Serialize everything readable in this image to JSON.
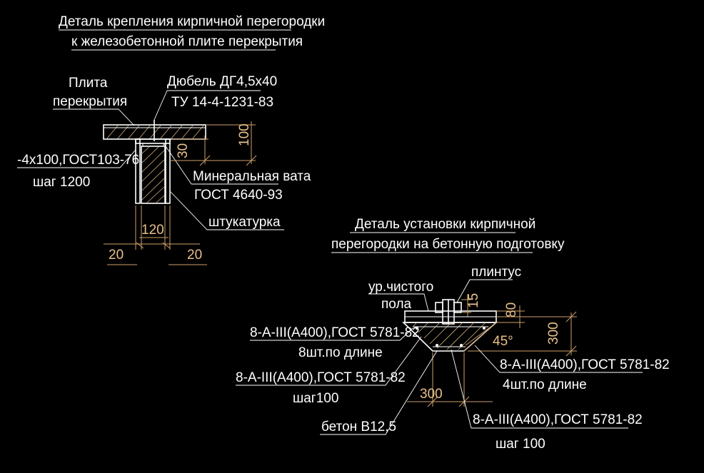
{
  "detail1": {
    "title_line1": "Деталь крепления кирпичной  перегородки",
    "title_line2": "к железобетонной плите перекрытия",
    "slab_label_1": "Плита",
    "slab_label_2": "перекрытия",
    "dowel_label_1": "Дюбель ДГ4,5х40",
    "dowel_label_2": "ТУ 14-4-1231-83",
    "angle_label_1": "-4х100,ГОСТ103-76",
    "angle_label_2": "шаг 1200",
    "wool_label_1": "Минеральная вата",
    "wool_label_2": "ГОСТ 4640-93",
    "plaster_label": "штукатурка",
    "dim_100": "100",
    "dim_30": "30",
    "dim_120": "120",
    "dim_20_left": "20",
    "dim_20_right": "20"
  },
  "detail2": {
    "title_line1": "Деталь установки кирпичной",
    "title_line2": "перегородки на бетонную подготовку",
    "floor_label_1": "ур.чистого",
    "floor_label_2": "пола",
    "plinth_label": "плинтус",
    "rebar1_label_1": "8-A-III(A400),ГОСТ 5781-82",
    "rebar1_label_2": "8шт.по длине",
    "rebar2_label_1": "8-A-III(A400),ГОСТ 5781-82",
    "rebar2_label_2": "шаг100",
    "rebar3_label_1": "8-A-III(A400),ГОСТ 5781-82",
    "rebar3_label_2": "4шт.по длине",
    "rebar4_label_1": "8-A-III(A400),ГОСТ 5781-82",
    "rebar4_label_2": "шаг 100",
    "concrete_label": "бетон В12,5",
    "dim_15": "15",
    "dim_80": "80",
    "dim_300_v": "300",
    "dim_300_h": "300",
    "angle_45": "45°"
  },
  "colors": {
    "background": "#000000",
    "lines": "#ffffff",
    "dimensions": "#e8c08a"
  }
}
